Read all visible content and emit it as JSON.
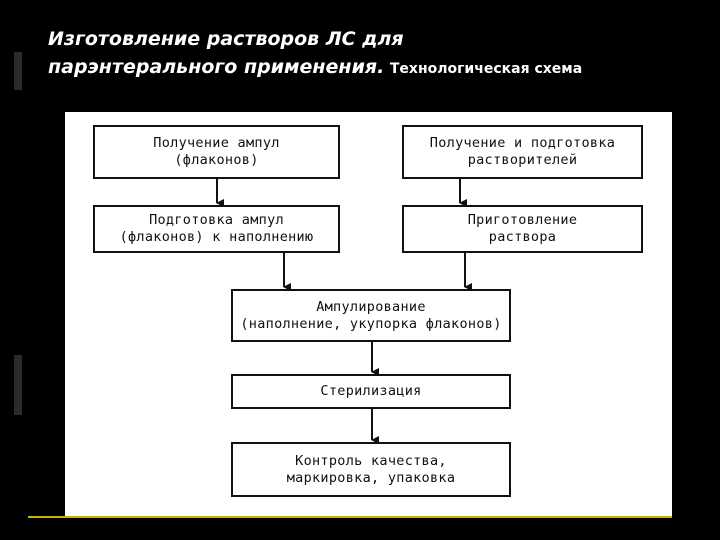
{
  "slide": {
    "title_line1": "Изготовление растворов ЛС для",
    "title_line2": "парэнтерального применения.",
    "title_suffix": "Технологическая схема"
  },
  "flowchart": {
    "box_receive_ampoules": "Получение ампул\n(флаконов)",
    "box_prepare_solvent": "Получение и подготовка\nрастворителей",
    "box_prepare_ampoules": "Подготовка ампул\n(флаконов) к наполнению",
    "box_prepare_solution": "Приготовление\nраствора",
    "box_ampouling": "Ампулирование\n(наполнение, укупорка флаконов)",
    "box_sterilization": "Стерилизация",
    "box_quality_control": "Контроль качества,\nмаркировка, упаковка"
  }
}
